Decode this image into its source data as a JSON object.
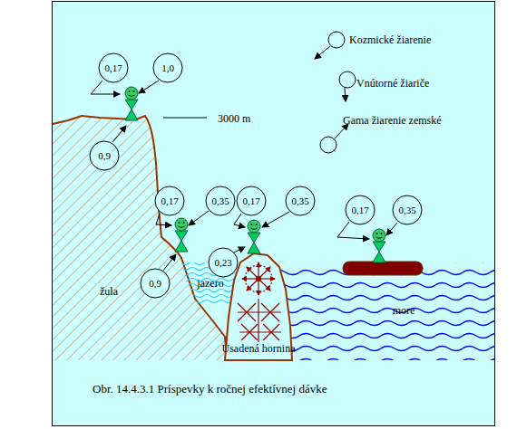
{
  "diagram": {
    "caption": "Obr. 14.4.3.1 Príspevky k ročnej efektívnej dávke",
    "nodes": [
      {
        "text": [
          "0,17"
        ]
      },
      {
        "text": [
          "1,0"
        ]
      },
      {
        "text": [
          "0,9"
        ]
      },
      {
        "text": [
          "0,17"
        ]
      },
      {
        "text": [
          "0,35"
        ]
      },
      {
        "text": [
          "0,17"
        ]
      },
      {
        "text": [
          "0,35"
        ]
      },
      {
        "text": [
          "0,17"
        ]
      },
      {
        "text": [
          "0,35"
        ]
      },
      {
        "text": [
          "0,23"
        ]
      },
      {
        "text": [
          "0,9"
        ]
      }
    ],
    "labels": [
      "3000 m",
      "žula",
      "jazero",
      "more",
      "Usadená hornina"
    ],
    "legend": [
      {
        "text": "Kozmické žiarenie"
      },
      {
        "text": "Vnútorné žiariče"
      },
      {
        "text": "Gama žiarenie zemské"
      }
    ]
  }
}
